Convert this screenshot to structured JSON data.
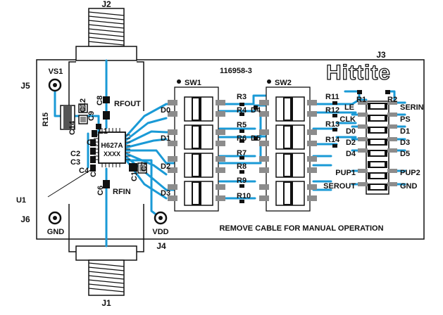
{
  "board": {
    "part_number": "116958-3",
    "logo_text": "Hittite",
    "instruction": "REMOVE CABLE FOR MANUAL OPERATION",
    "chip_line1": "H627A",
    "chip_line2": "XXXX"
  },
  "connectors": {
    "j1": "J1",
    "j2": "J2",
    "j3": "J3",
    "j4": "J4",
    "j5": "J5",
    "j6": "J6"
  },
  "nets": {
    "vs1": "VS1",
    "gnd": "GND",
    "vdd": "VDD",
    "rfout": "RFOUT",
    "rfin": "RFIN",
    "u1": "U1"
  },
  "switches": {
    "sw1": "SW1",
    "sw2": "SW2"
  },
  "sw1_bits": [
    "D0",
    "D1",
    "D2",
    "D3"
  ],
  "sw2_bits": [
    "D4",
    "D5"
  ],
  "resistors_mid": [
    "R3",
    "R4",
    "R5",
    "R6",
    "R7",
    "R8",
    "R9",
    "R10"
  ],
  "resistors_right": [
    "R11",
    "R12",
    "R13",
    "R14"
  ],
  "r1": "R1",
  "r2": "R2",
  "r15": "R15",
  "capacitors": [
    "C1",
    "C2",
    "C3",
    "C4",
    "C5",
    "C6",
    "C7",
    "C8",
    "C9",
    "C11",
    "C12",
    "C14"
  ],
  "l1": "L1",
  "j3_left": [
    "LE",
    "CLK",
    "D0",
    "D2",
    "D4",
    "PUP1",
    "SEROUT"
  ],
  "j3_right": [
    "SERIN",
    "PS",
    "D1",
    "D3",
    "D5",
    "PUP2",
    "GND"
  ],
  "colors": {
    "trace": "#1a9ad6",
    "pad": "#8c8c8c",
    "ink": "#111111"
  }
}
